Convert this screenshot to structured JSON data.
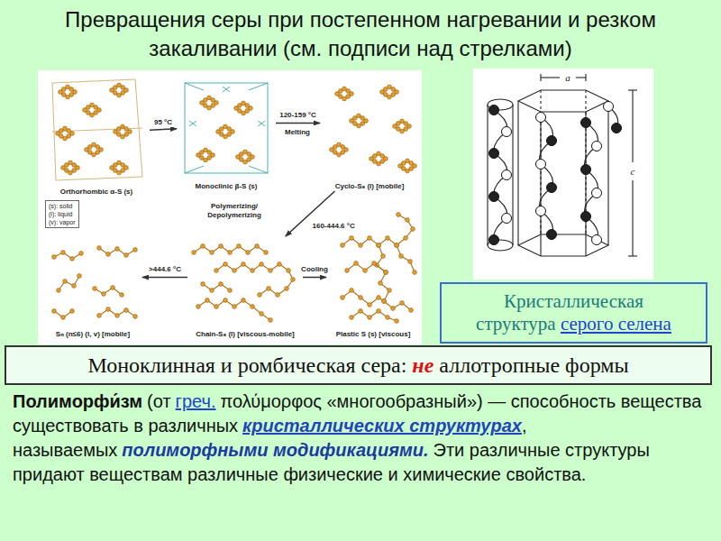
{
  "diagram": {
    "title": "Превращения серы при постепенном нагревании и резком закаливании (см. подписи над стрелками)",
    "nodes": [
      {
        "text": [
          "Orthorhombic α-S (s)"
        ]
      },
      {
        "text": [
          "Monoclinic β-S (s)"
        ]
      },
      {
        "text": [
          "Cyclo-S₈ (l) [mobile]"
        ]
      },
      {
        "text": [
          "(s): solid",
          "(l): liquid",
          "(v): vapor"
        ]
      },
      {
        "text": [
          "Sₙ (n≤6) (l, v) [mobile]"
        ]
      },
      {
        "text": [
          "Chain-S₈ (l) [viscous-mobile]"
        ]
      },
      {
        "text": [
          "Plastic S (s) [viscous]"
        ]
      },
      {
        "text": [
          "Кристаллическая структура",
          "серого селена"
        ]
      },
      {
        "text": [
          "Моноклинная и ромбическая сера:",
          "не",
          "аллотропные формы"
        ]
      }
    ],
    "edges": [
      {
        "from": 0,
        "to": 1,
        "arrow": "to",
        "label": "95 °C"
      },
      {
        "from": 1,
        "to": 2,
        "arrow": "to",
        "label": "120-159 °C"
      },
      {
        "from": 2,
        "to": 5,
        "arrow": "to",
        "label": "160-444.6 °C"
      },
      {
        "from": 5,
        "to": 4,
        "arrow": "to",
        "label": ">444.6 °C"
      },
      {
        "from": 5,
        "to": 6,
        "arrow": "to",
        "label": "Cooling"
      }
    ],
    "labels": [
      "Melting",
      "Polymerizing/ Depolymerizing",
      "a",
      "c",
      "Полиморфи́зм",
      "(от",
      "греч.",
      "πολύμορφος «многообразный») — способность вещества существовать в различных",
      "кристаллических структурах",
      ", называемых",
      "полиморфными модификациями.",
      "Эти различные структуры придают веществам различные физические и химические свойства."
    ]
  }
}
